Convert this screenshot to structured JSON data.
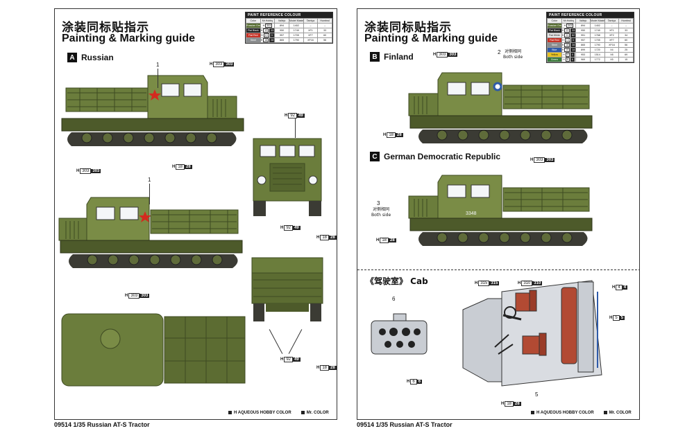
{
  "title_cn": "涂装同标贴指示",
  "title_en": "Painting & Marking guide",
  "paint_reference": {
    "header": "PAINT REFERENCE COLOUR",
    "columns": [
      "Color",
      "Mr.Hobby",
      "Vallejo",
      "Model Master",
      "Tamiya",
      "Humbrol"
    ],
    "rows": [
      {
        "color_name": "Russian Green",
        "hex": "#556b2f",
        "mh_h": "H",
        "mh_h_code": "303",
        "mh_c_code": "",
        "vallejo": "894",
        "model_master": "1402",
        "tamiya": "–",
        "humbrol": "–"
      },
      {
        "color_name": "Flat Black",
        "hex": "#222222",
        "mh_h": "H",
        "mh_h_code": "12",
        "mh_c_code": "33",
        "vallejo": "950",
        "model_master": "1749",
        "tamiya": "XF1",
        "humbrol": "33"
      },
      {
        "color_name": "Flat White",
        "hex": "#e8e8e8",
        "mh_h": "H",
        "mh_h_code": "11",
        "mh_c_code": "62",
        "vallejo": "951",
        "model_master": "1768",
        "tamiya": "XF2",
        "humbrol": "34"
      },
      {
        "color_name": "Flat Red",
        "hex": "#c63226",
        "mh_h": "H",
        "mh_h_code": "13",
        "mh_c_code": "3",
        "vallejo": "957",
        "model_master": "1705",
        "tamiya": "XF7",
        "humbrol": "60"
      },
      {
        "color_name": "Steel",
        "hex": "#8a8d8f",
        "mh_h": "H",
        "mh_h_code": "18",
        "mh_c_code": "28",
        "vallejo": "865",
        "model_master": "1790",
        "tamiya": "XF16",
        "humbrol": "56"
      },
      {
        "color_name": "Blue",
        "hex": "#2e5aa8",
        "mh_h": "H",
        "mh_h_code": "15",
        "mh_c_code": "14",
        "vallejo": "899",
        "model_master": "1720",
        "tamiya": "X4",
        "humbrol": "25"
      },
      {
        "color_name": "Yellow",
        "hex": "#e8c322",
        "mh_h": "H",
        "mh_h_code": "4",
        "mh_c_code": "4",
        "vallejo": "953",
        "model_master": "1514",
        "tamiya": "X8",
        "humbrol": "69"
      },
      {
        "color_name": "Green",
        "hex": "#3a7a3a",
        "mh_h": "H",
        "mh_h_code": "6",
        "mh_c_code": "6",
        "vallejo": "969",
        "model_master": "1772",
        "tamiya": "X5",
        "humbrol": "15"
      }
    ]
  },
  "left": {
    "section_a_letter": "A",
    "section_a_title": "Russian",
    "callouts": [
      {
        "h": "H",
        "code": "303",
        "num": "",
        "num2": ""
      },
      {
        "h": "H",
        "code": "92",
        "num": "49"
      },
      {
        "h": "H",
        "code": "18",
        "num": "28"
      }
    ],
    "marker_1": "1",
    "footer_left": "H AQUEOUS HOBBY COLOR",
    "footer_right": "Mr. COLOR",
    "page_id": "09514  1/35  Russian AT-S Tractor"
  },
  "right": {
    "section_b_letter": "B",
    "section_b_title": "Finland",
    "section_c_letter": "C",
    "section_c_title": "German Democratic Republic",
    "note_2_num": "2",
    "note_2_cn": "对侧相同",
    "note_2_en": "Both side",
    "note_3_num": "3",
    "note_3_cn": "对侧相同",
    "note_3_en": "Both side",
    "hull_number": "3348",
    "cab_title": "《驾驶室》 Cab",
    "cab_num_5": "5",
    "cab_num_6": "6",
    "cab_callouts": {
      "h315": "315",
      "h310": "310",
      "h4": "4",
      "h5": "5",
      "h6": "6",
      "h28": "28",
      "h303": "303",
      "h28b": "28"
    },
    "footer_left": "H AQUEOUS HOBBY COLOR",
    "footer_right": "Mr. COLOR",
    "page_id": "09514  1/35  Russian AT-S Tractor"
  },
  "colors": {
    "olive": "#6b7d3c",
    "olive_dark": "#4d5a2a",
    "track": "#3b3b34",
    "star_red": "#d32a1f",
    "cab_grey": "#c9cdd3",
    "seat_red": "#b24a33"
  }
}
